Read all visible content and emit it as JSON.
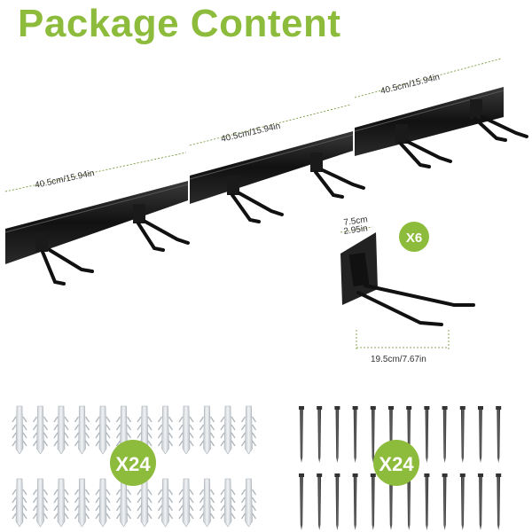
{
  "title": "Package Content",
  "dimensions": {
    "rail_1": "40.5cm/15.94in",
    "rail_2": "40.5cm/15.94in",
    "rail_3": "40.5cm/15.94in",
    "hook_width_cm": "7.5cm",
    "hook_width_in": "2.95in",
    "hook_length": "19.5cm/7.67in"
  },
  "badges": {
    "hooks_qty": "X6",
    "anchors_qty": "X24",
    "screws_qty": "X24"
  },
  "colors": {
    "accent": "#8dbb3c",
    "hardware": "#1a1a1a",
    "anchor": "#d8dde2"
  },
  "icons": [
    "rail-icon",
    "hook-icon",
    "wall-anchor-icon",
    "screw-icon"
  ]
}
